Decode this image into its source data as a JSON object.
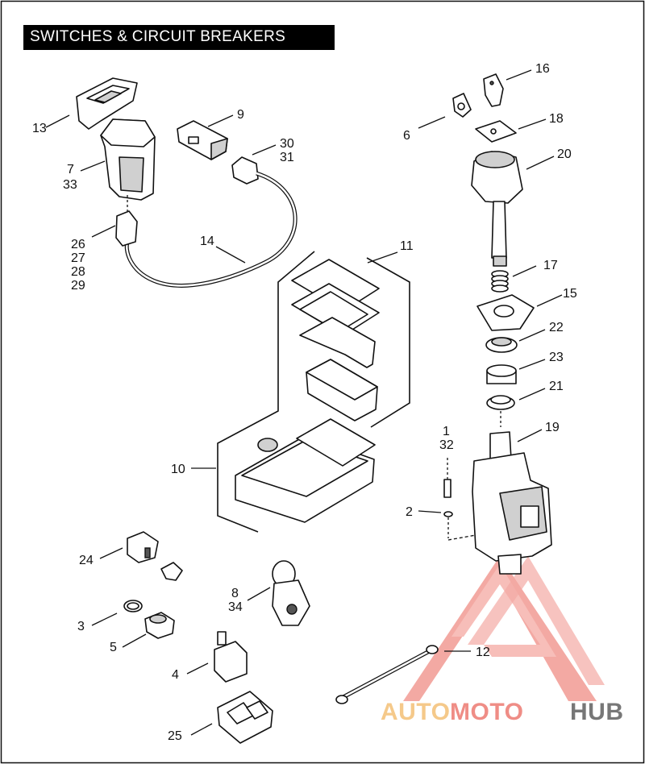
{
  "title": "SWITCHES & CIRCUIT BREAKERS",
  "callouts": {
    "c1": "1",
    "c2": "2",
    "c3": "3",
    "c4": "4",
    "c5": "5",
    "c6": "6",
    "c7": "7",
    "c8": "8",
    "c9": "9",
    "c10": "10",
    "c11": "11",
    "c12": "12",
    "c13": "13",
    "c14": "14",
    "c15": "15",
    "c16": "16",
    "c17": "17",
    "c18": "18",
    "c19": "19",
    "c20": "20",
    "c21": "21",
    "c22": "22",
    "c23": "23",
    "c24": "24",
    "c25": "25",
    "c26": "26",
    "c27": "27",
    "c28": "28",
    "c29": "29",
    "c30": "30",
    "c31": "31",
    "c32": "32",
    "c33": "33",
    "c34": "34"
  },
  "watermark": {
    "part1": "AUTO",
    "part2": "MOTO",
    "part3": "HUB",
    "color_primary": "#f5c98a",
    "color_accent": "#ef8d86",
    "color_dark": "#777777"
  }
}
